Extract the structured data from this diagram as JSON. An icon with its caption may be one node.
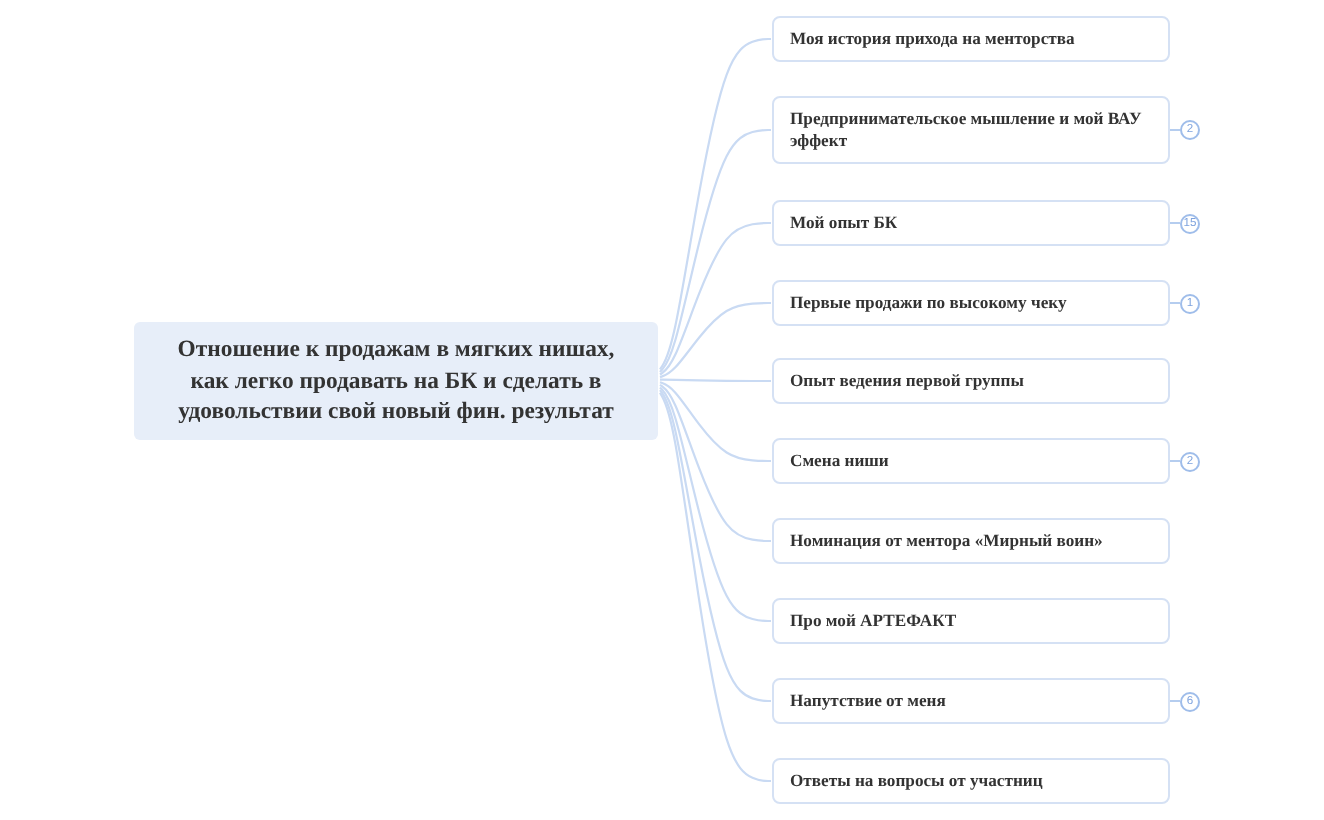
{
  "diagram": {
    "nodes": [
      {
        "text": [
          "Отношение к продажам в мягких нишах, как легко продавать на БК и сделать в удовольствии свой новый фин. результат"
        ]
      },
      {
        "text": [
          "Моя история прихода на менторства"
        ]
      },
      {
        "text": [
          "Предпринимательское мышление и мой ВАУ эффект"
        ],
        "beside": [
          "2"
        ]
      },
      {
        "text": [
          "Мой опыт БК"
        ],
        "beside": [
          "15"
        ]
      },
      {
        "text": [
          "Первые продажи по высокому чеку"
        ],
        "beside": [
          "1"
        ]
      },
      {
        "text": [
          "Опыт ведения первой группы"
        ]
      },
      {
        "text": [
          "Смена ниши"
        ],
        "beside": [
          "2"
        ]
      },
      {
        "text": [
          "Номинация от ментора «Мирный воин»"
        ]
      },
      {
        "text": [
          "Про мой АРТЕФАКТ"
        ]
      },
      {
        "text": [
          "Напутствие от меня"
        ],
        "beside": [
          "6"
        ]
      },
      {
        "text": [
          "Ответы на вопросы от участниц"
        ]
      }
    ],
    "edges": [
      {
        "from": 0,
        "to": 1,
        "arrow": "none"
      },
      {
        "from": 0,
        "to": 2,
        "arrow": "none"
      },
      {
        "from": 0,
        "to": 3,
        "arrow": "none"
      },
      {
        "from": 0,
        "to": 4,
        "arrow": "none"
      },
      {
        "from": 0,
        "to": 5,
        "arrow": "none"
      },
      {
        "from": 0,
        "to": 6,
        "arrow": "none"
      },
      {
        "from": 0,
        "to": 7,
        "arrow": "none"
      },
      {
        "from": 0,
        "to": 8,
        "arrow": "none"
      },
      {
        "from": 0,
        "to": 9,
        "arrow": "none"
      },
      {
        "from": 0,
        "to": 10,
        "arrow": "none"
      }
    ]
  }
}
